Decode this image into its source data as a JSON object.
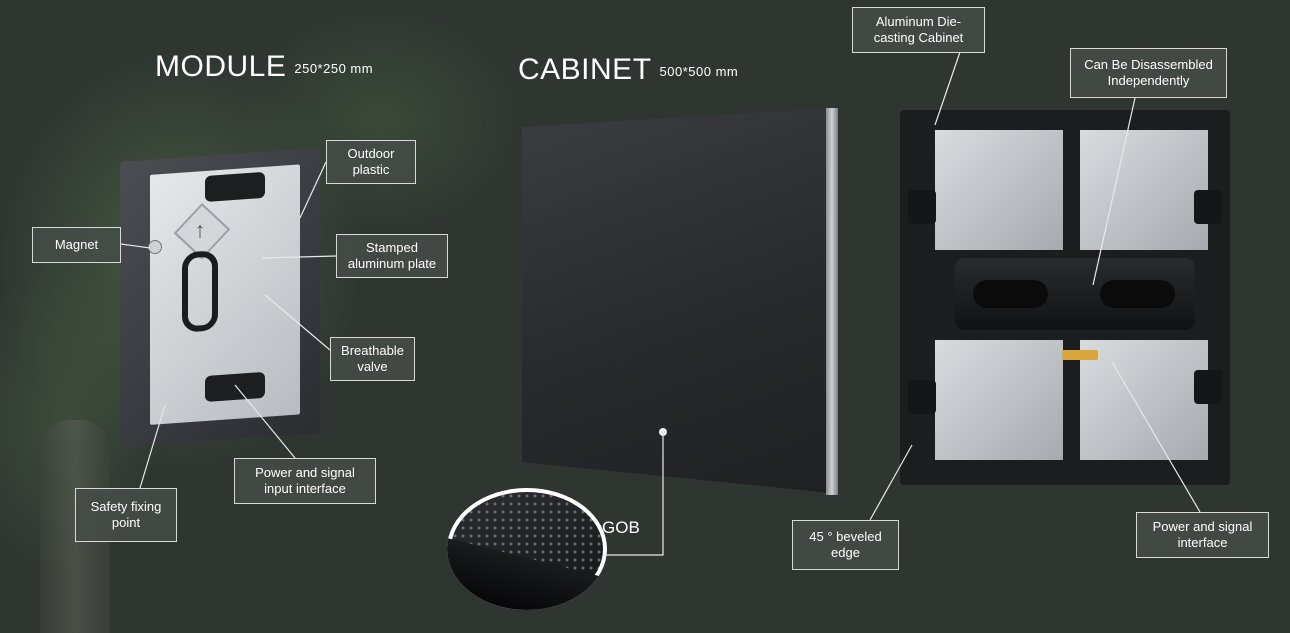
{
  "headings": {
    "module": {
      "title": "MODULE",
      "size": "250*250 mm"
    },
    "cabinet": {
      "title": "CABINET",
      "size": "500*500 mm"
    }
  },
  "callouts": {
    "outdoor_plastic": "Outdoor plastic",
    "magnet": "Magnet",
    "stamped_plate": "Stamped aluminum plate",
    "breathable_valve": "Breathable valve",
    "power_signal_input": "Power and signal input interface",
    "safety_fixing": "Safety fixing point",
    "gob": "GOB",
    "aluminum_cabinet": "Aluminum Die-casting Cabinet",
    "disassembled": "Can Be Disassembled Independently",
    "beveled_edge": "45 ° beveled edge",
    "power_signal": "Power and signal interface"
  },
  "colors": {
    "background": "#2f3631",
    "callout_border": "#d8d8d8",
    "callout_fill": "#464c48"
  }
}
